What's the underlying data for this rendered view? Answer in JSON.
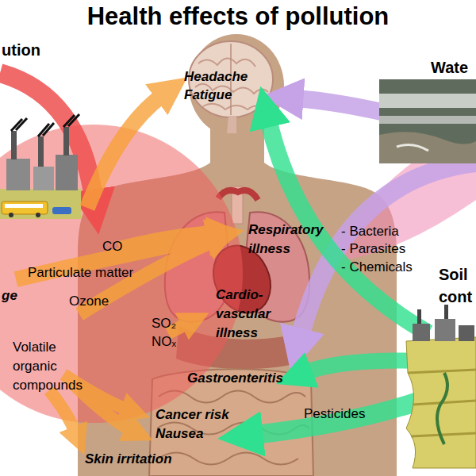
{
  "diagram": {
    "title": "Health effects of pollution",
    "labels": [
      "ution",
      "Wate",
      "Headache",
      "Fatigue",
      "Respiratory illness",
      "CO",
      "- Bacteria",
      "- Parasites",
      "- Chemicals",
      "Soil",
      "Particulate matter",
      "cont",
      "ge",
      "Ozone",
      "Cardio- vascular illness",
      "SO₂ NOₓ",
      "Volatile organic compounds",
      "Gastroenteritis",
      "Cancer risk",
      "Pesticides",
      "Nausea",
      "Skin irritation"
    ]
  }
}
